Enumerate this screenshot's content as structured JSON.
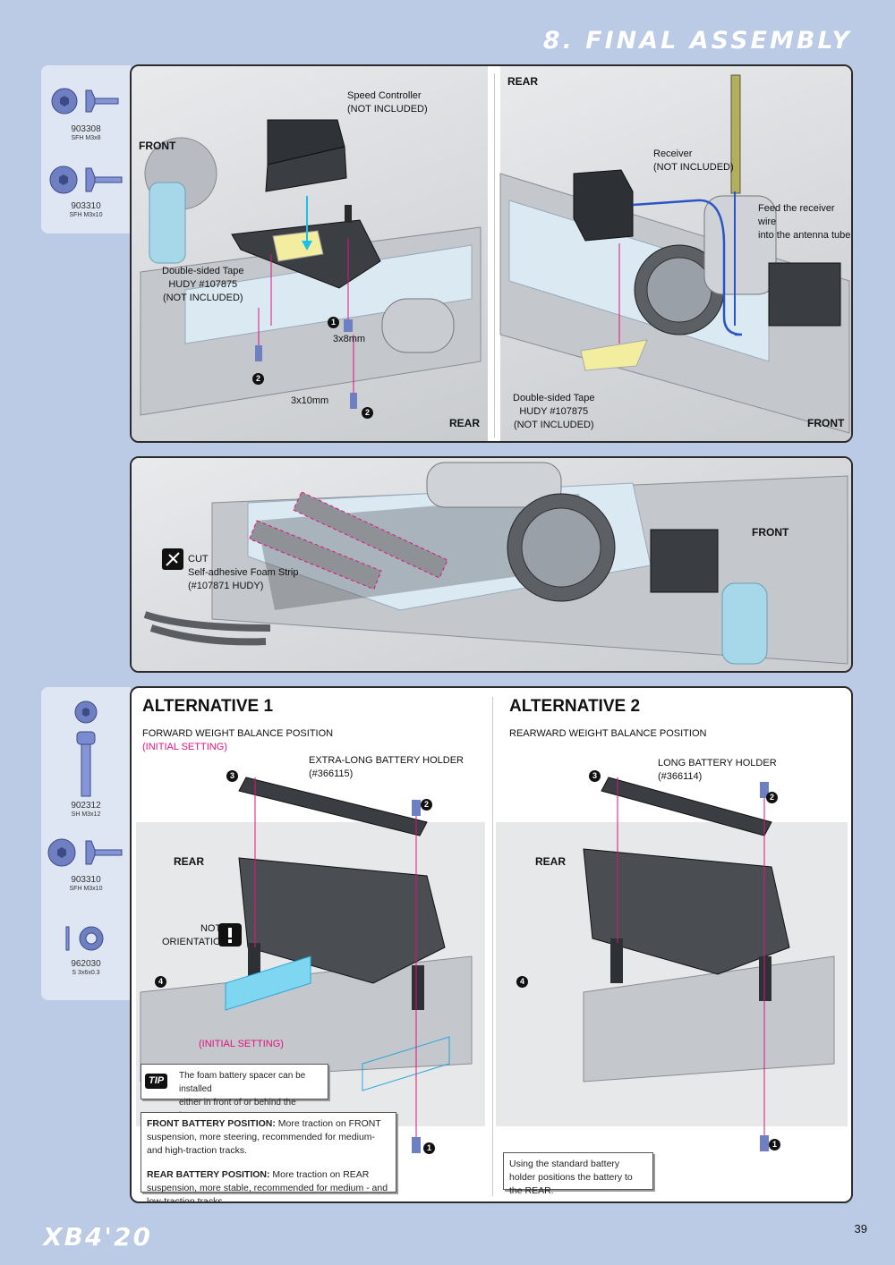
{
  "header": {
    "section_title": "8. FINAL ASSEMBLY"
  },
  "parts_top": [
    {
      "code": "903308",
      "desc": "SFH M3x8",
      "icon": "countersunk-screw-icon"
    },
    {
      "code": "903310",
      "desc": "SFH M3x10",
      "icon": "countersunk-screw-icon"
    }
  ],
  "parts_bottom": [
    {
      "code": "902312",
      "desc": "SH M3x12",
      "icon": "socket-head-screw-icon"
    },
    {
      "code": "903310",
      "desc": "SFH M3x10",
      "icon": "countersunk-screw-icon"
    },
    {
      "code": "962030",
      "desc": "S 3x6x0.3",
      "icon": "washer-icon"
    }
  ],
  "panel1": {
    "front_tag": "FRONT",
    "rear_tag": "REAR",
    "speed_controller": [
      "Speed Controller",
      "(NOT INCLUDED)"
    ],
    "tape": [
      "Double-sided Tape",
      "HUDY #107875",
      "(NOT INCLUDED)"
    ],
    "screw1_label": "3x8mm",
    "screw2_label": "3x10mm",
    "step1": "1",
    "step2": "2"
  },
  "panel2": {
    "rear_tag": "REAR",
    "front_tag": "FRONT",
    "receiver": [
      "Receiver",
      "(NOT INCLUDED)"
    ],
    "feed": [
      "Feed the receiver wire",
      "into the antenna tube"
    ],
    "tape": [
      "Double-sided Tape",
      "HUDY #107875",
      "(NOT INCLUDED)"
    ]
  },
  "panel3": {
    "front_tag": "FRONT",
    "cut_label": [
      "CUT",
      "Self-adhesive Foam Strip",
      "(#107871 HUDY)"
    ]
  },
  "alt1": {
    "title": "ALTERNATIVE 1",
    "subtitle": "FORWARD WEIGHT BALANCE POSITION",
    "setting": "(INITIAL SETTING)",
    "holder": [
      "EXTRA-LONG BATTERY HOLDER",
      "(#366115)"
    ],
    "rear_tag": "REAR",
    "note": [
      "NOTE",
      "ORIENTATION"
    ],
    "initial_setting": "(INITIAL SETTING)",
    "tip_badge": "TIP",
    "tip_text": [
      "The foam battery spacer can be installed",
      "either in front of or behind the battery."
    ],
    "front_pos_head": "FRONT BATTERY POSITION:",
    "front_pos_text": " More traction on FRONT suspension, more steering, recommended for medium- and high-traction tracks.",
    "rear_pos_head": "REAR BATTERY POSITION:",
    "rear_pos_text": " More traction on REAR suspension, more stable, recommended for medium - and low-traction tracks.",
    "steps": [
      "1",
      "2",
      "3",
      "4"
    ]
  },
  "alt2": {
    "title": "ALTERNATIVE 2",
    "subtitle": "REARWARD WEIGHT BALANCE POSITION",
    "holder": [
      "LONG BATTERY HOLDER",
      "(#366114)"
    ],
    "rear_tag": "REAR",
    "info": "Using the standard battery holder positions the battery to the REAR.",
    "steps": [
      "1",
      "2",
      "3",
      "4"
    ]
  },
  "footer": {
    "model": "XB4'20",
    "page": "39"
  },
  "colors": {
    "accent": "#e0127f",
    "page_bg": "#bccbe5",
    "screw_blue": "#6e7fc2",
    "foam_blue": "#7fd6f0"
  }
}
